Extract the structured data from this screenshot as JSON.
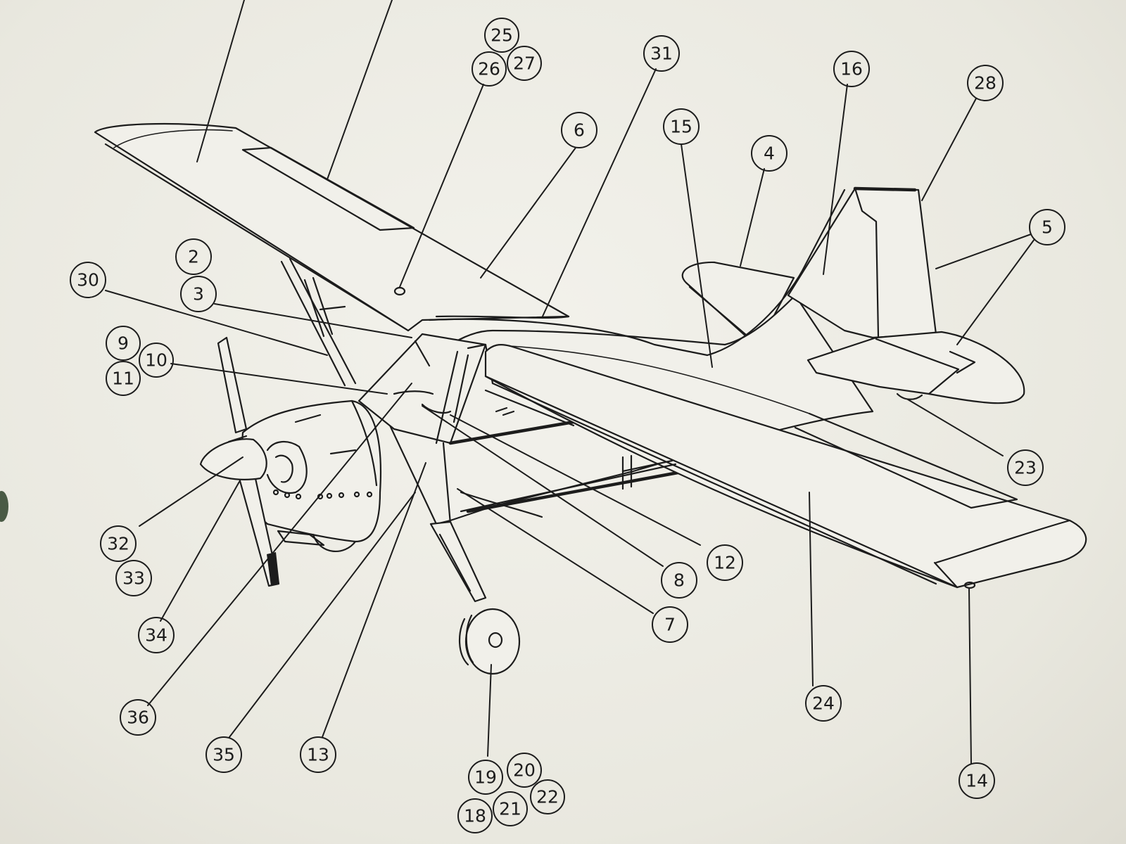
{
  "callouts": [
    {
      "id": "c25",
      "label": "25"
    },
    {
      "id": "c26",
      "label": "26"
    },
    {
      "id": "c27",
      "label": "27"
    },
    {
      "id": "c31",
      "label": "31"
    },
    {
      "id": "c16",
      "label": "16"
    },
    {
      "id": "c28",
      "label": "28"
    },
    {
      "id": "c6",
      "label": "6"
    },
    {
      "id": "c15",
      "label": "15"
    },
    {
      "id": "c4",
      "label": "4"
    },
    {
      "id": "c5",
      "label": "5"
    },
    {
      "id": "c2",
      "label": "2"
    },
    {
      "id": "c3",
      "label": "3"
    },
    {
      "id": "c30",
      "label": "30"
    },
    {
      "id": "c9",
      "label": "9"
    },
    {
      "id": "c10",
      "label": "10"
    },
    {
      "id": "c11",
      "label": "11"
    },
    {
      "id": "c23",
      "label": "23"
    },
    {
      "id": "c12",
      "label": "12"
    },
    {
      "id": "c8",
      "label": "8"
    },
    {
      "id": "c32",
      "label": "32"
    },
    {
      "id": "c33",
      "label": "33"
    },
    {
      "id": "c7",
      "label": "7"
    },
    {
      "id": "c34",
      "label": "34"
    },
    {
      "id": "c24",
      "label": "24"
    },
    {
      "id": "c36",
      "label": "36"
    },
    {
      "id": "c35",
      "label": "35"
    },
    {
      "id": "c13",
      "label": "13"
    },
    {
      "id": "c14",
      "label": "14"
    },
    {
      "id": "c19",
      "label": "19"
    },
    {
      "id": "c20",
      "label": "20"
    },
    {
      "id": "c22",
      "label": "22"
    },
    {
      "id": "c18",
      "label": "18"
    },
    {
      "id": "c21",
      "label": "21"
    }
  ]
}
